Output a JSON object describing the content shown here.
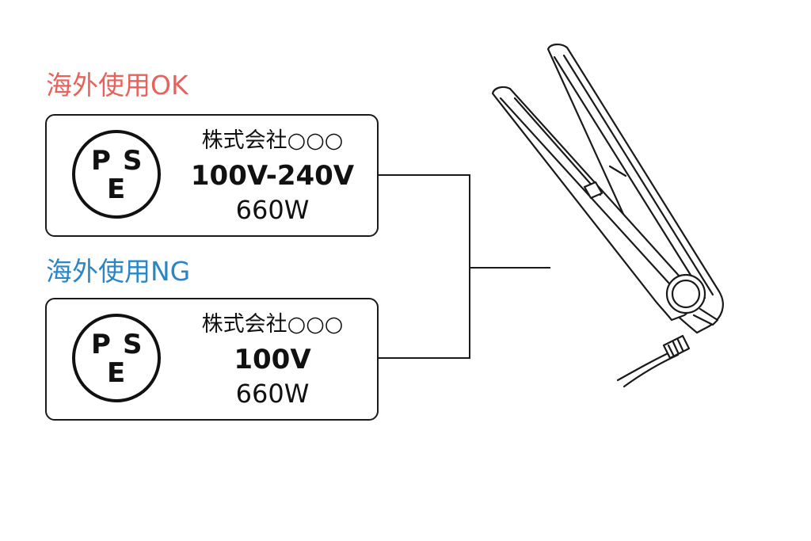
{
  "labels": [
    {
      "heading": "海外使用OK",
      "heading_color": "#e8615a",
      "pse_letters": [
        "P",
        "S",
        "E"
      ],
      "company": "株式会社○○○",
      "voltage": "100V-240V",
      "wattage": "660W"
    },
    {
      "heading": "海外使用NG",
      "heading_color": "#2a86c6",
      "pse_letters": [
        "P",
        "S",
        "E"
      ],
      "company": "株式会社○○○",
      "voltage": "100V",
      "wattage": "660W"
    }
  ],
  "colors": {
    "line": "#1a1a1a",
    "background": "#ffffff"
  },
  "illustration": {
    "icon": "hair-straightener-icon"
  }
}
